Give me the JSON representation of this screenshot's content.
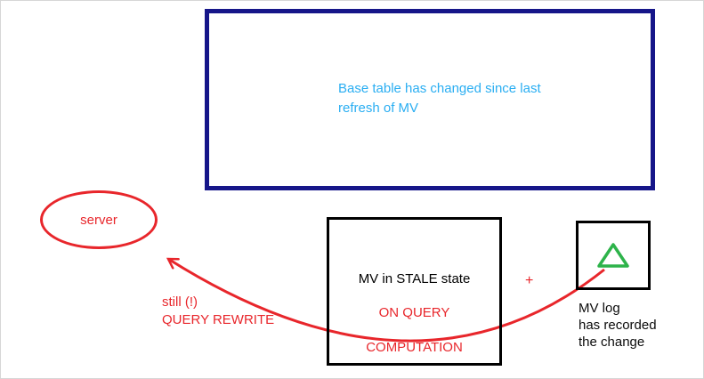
{
  "diagram": {
    "base_table_note": "Base table has changed since last refresh of MV",
    "server_label": "server",
    "mv_box": {
      "state": "MV in STALE state",
      "on_query": "ON QUERY",
      "computation": "COMPUTATION"
    },
    "plus_sign": "+",
    "mv_log": {
      "line1": "MV log",
      "line2": "has recorded",
      "line3": "the change"
    },
    "arrow_note": {
      "line1": "still (!)",
      "line2": "QUERY REWRITE"
    },
    "icons": {
      "delta_triangle": "delta-triangle-icon"
    },
    "colors": {
      "navy_border": "#161689",
      "cyan_text": "#2aaef2",
      "red_accent": "#e8262b",
      "green_delta": "#2db34a",
      "black": "#000000",
      "frame_gray": "#d6d6d6"
    }
  }
}
